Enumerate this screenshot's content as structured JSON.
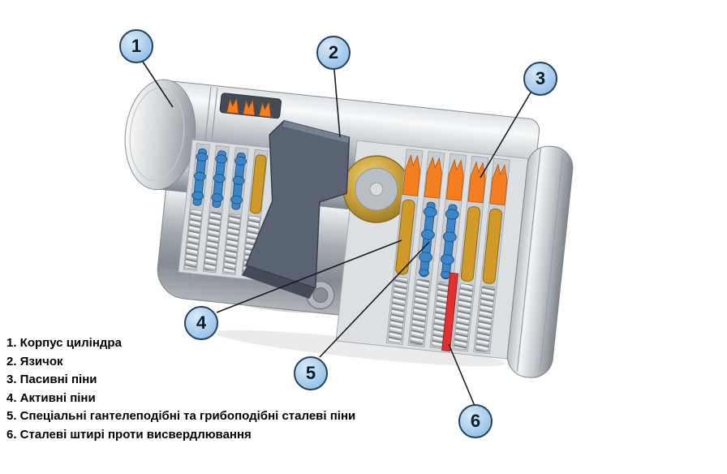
{
  "callouts": [
    {
      "label": "1"
    },
    {
      "label": "2"
    },
    {
      "label": "3"
    },
    {
      "label": "4"
    },
    {
      "label": "5"
    },
    {
      "label": "6"
    }
  ],
  "legend": {
    "items": [
      "1. Корпус циліндра",
      "2. Язичок",
      "3. Пасивні піни",
      "4. Активні піни",
      "5. Спеціальні гантелеподібні та грибоподібні сталеві піни",
      "6. Сталеві штирі проти висвердлювання"
    ]
  },
  "colors": {
    "callout_fill": "#9cc6ea",
    "callout_border": "#27415c",
    "passive_pin_orange": "#f57f1f",
    "active_pin_gold": "#d09a28",
    "special_pin_blue": "#3c85c6",
    "anti_drill_pin_red": "#e03030",
    "cam_gray": "#5a6373"
  }
}
